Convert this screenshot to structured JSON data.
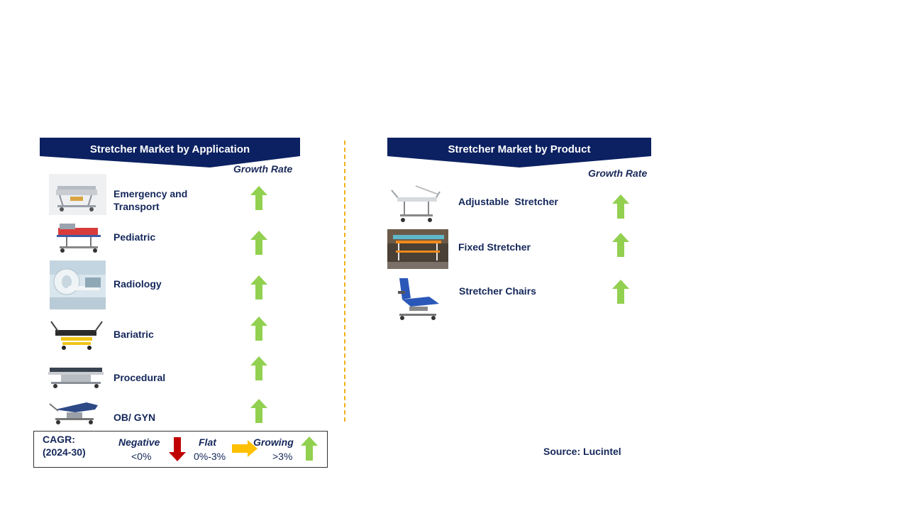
{
  "left_panel": {
    "title": "Stretcher Market  by Application",
    "growth_header": "Growth Rate",
    "items": [
      {
        "label": "Emergency and Transport",
        "trend": "growing",
        "image": "emergency-stretcher-image"
      },
      {
        "label": "Pediatric",
        "trend": "growing",
        "image": "pediatric-stretcher-image"
      },
      {
        "label": "Radiology",
        "trend": "growing",
        "image": "radiology-room-image"
      },
      {
        "label": "Bariatric",
        "trend": "growing",
        "image": "bariatric-stretcher-image"
      },
      {
        "label": "Procedural",
        "trend": "growing",
        "image": "procedural-stretcher-image"
      },
      {
        "label": "OB/ GYN",
        "trend": "growing",
        "image": "obgyn-chair-image"
      }
    ]
  },
  "right_panel": {
    "title": "Stretcher Market  by Product",
    "growth_header": "Growth Rate",
    "items": [
      {
        "label": "Adjustable  Stretcher",
        "trend": "growing",
        "image": "adjustable-stretcher-image"
      },
      {
        "label": "Fixed Stretcher",
        "trend": "growing",
        "image": "fixed-stretcher-image"
      },
      {
        "label": "Stretcher Chairs",
        "trend": "growing",
        "image": "stretcher-chair-image"
      }
    ]
  },
  "legend": {
    "cagr_label": "CAGR:",
    "period": "(2024-30)",
    "negative": {
      "label": "Negative",
      "range": "<0%",
      "color": "#c00000"
    },
    "flat": {
      "label": "Flat",
      "range": "0%-3%",
      "color": "#ffc000"
    },
    "growing": {
      "label": "Growing",
      "range": ">3%",
      "color": "#92d050"
    }
  },
  "source": "Source: Lucintel",
  "colors": {
    "banner": "#0c2161",
    "text": "#14275a",
    "divider": "#f2b21b",
    "growing_arrow": "#92d050"
  }
}
